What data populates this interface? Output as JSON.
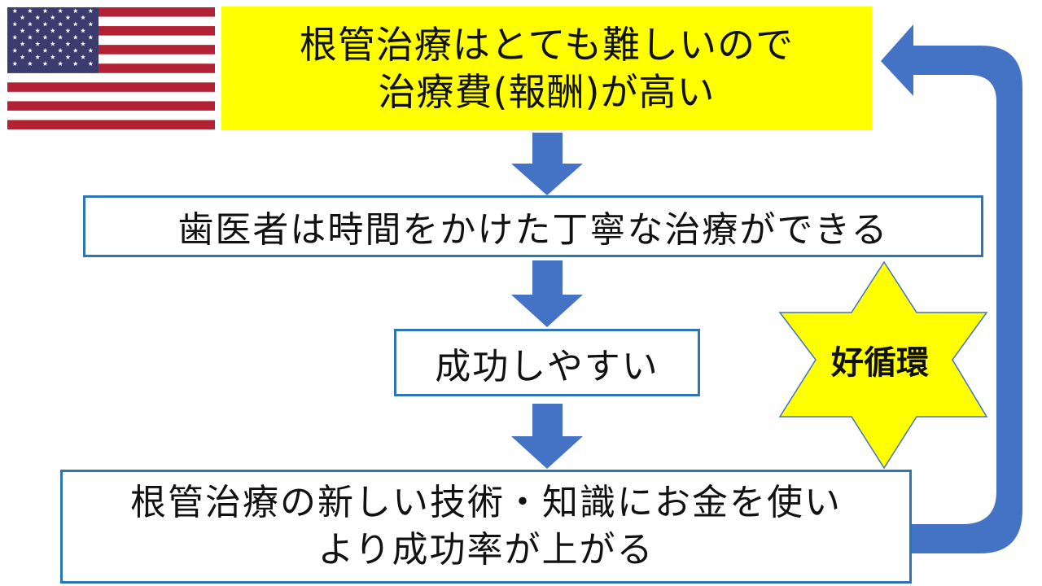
{
  "boxes": {
    "box1": {
      "line1": "根管治療はとても難しいので",
      "line2": "治療費(報酬)が高い"
    },
    "box2": {
      "text": "歯医者は時間をかけた丁寧な治療ができる"
    },
    "box3": {
      "text": "成功しやすい"
    },
    "box4": {
      "line1": "根管治療の新しい技術・知識にお金を使い",
      "line2": "より成功率が上がる"
    }
  },
  "star": {
    "label": "好循環"
  },
  "colors": {
    "accent_blue": "#4472c4",
    "box_border": "#2e75b6",
    "highlight_yellow": "#ffff00"
  },
  "icons": [
    "us-flag-icon",
    "down-arrow-icon",
    "loop-arrow-icon",
    "star-icon"
  ]
}
